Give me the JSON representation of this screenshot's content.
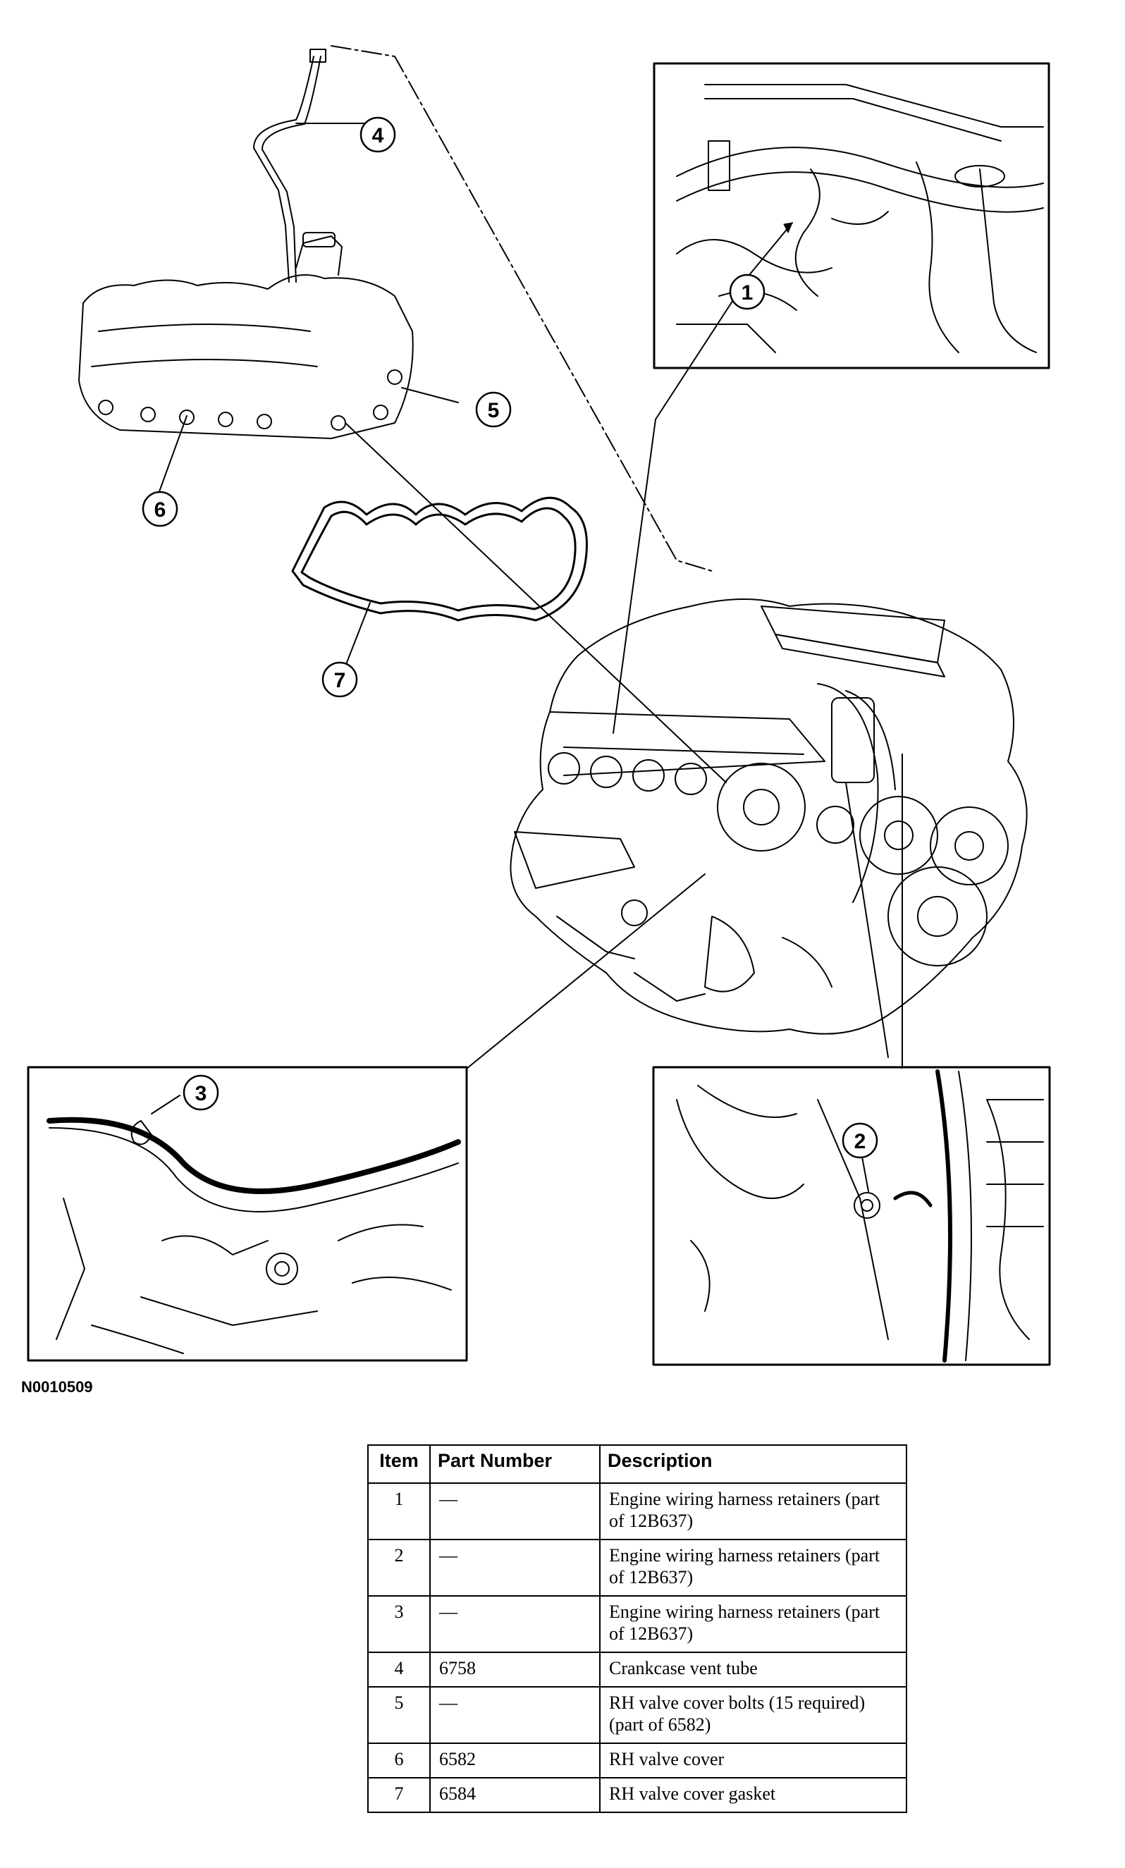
{
  "figure_id": "N0010509",
  "callouts": [
    "1",
    "2",
    "3",
    "4",
    "5",
    "6",
    "7"
  ],
  "table": {
    "headers": [
      "Item",
      "Part Number",
      "Description"
    ],
    "rows": [
      {
        "item": "1",
        "part_number": "—",
        "description": "Engine wiring harness retainers (part of 12B637)"
      },
      {
        "item": "2",
        "part_number": "—",
        "description": "Engine wiring harness retainers (part of 12B637)"
      },
      {
        "item": "3",
        "part_number": "—",
        "description": "Engine wiring harness retainers (part of 12B637)"
      },
      {
        "item": "4",
        "part_number": "6758",
        "description": "Crankcase vent tube"
      },
      {
        "item": "5",
        "part_number": "—",
        "description": "RH valve cover bolts (15 required) (part of 6582)"
      },
      {
        "item": "6",
        "part_number": "6582",
        "description": "RH valve cover"
      },
      {
        "item": "7",
        "part_number": "6584",
        "description": "RH valve cover gasket"
      }
    ]
  }
}
